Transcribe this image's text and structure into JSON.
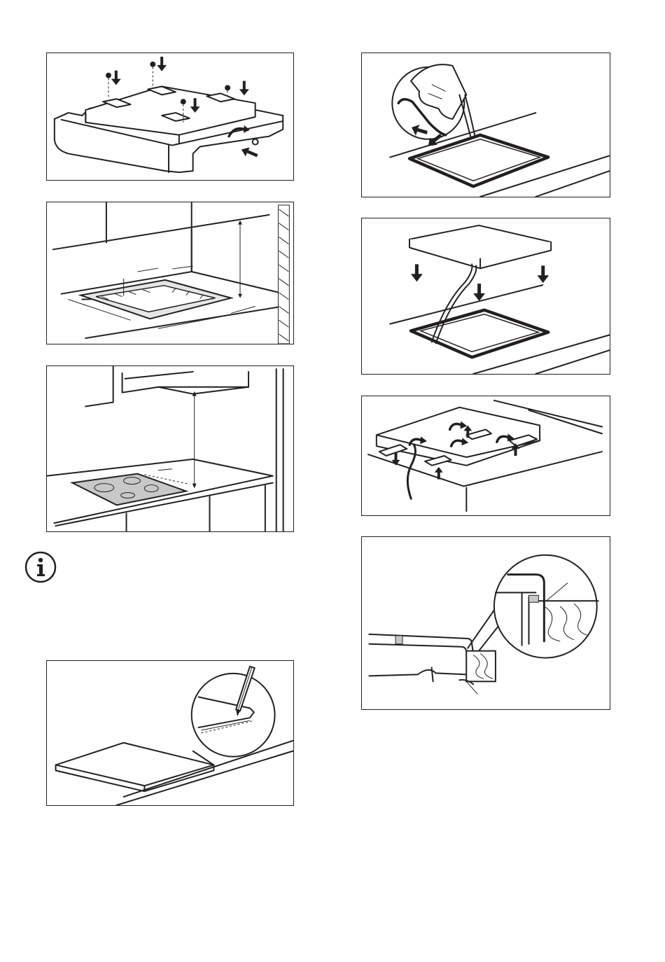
{
  "panels": [
    {
      "id": "fix-brackets",
      "icons": [
        "screw-icon",
        "arrow-down-icon",
        "rotate-arrow-icon"
      ]
    },
    {
      "id": "cutout-dimensions",
      "icons": [
        "dimension-arrow-icon"
      ]
    },
    {
      "id": "hood-clearance",
      "icons": [
        "dimension-arrow-icon"
      ]
    },
    {
      "id": "mark-outline",
      "icons": [
        "pencil-icon"
      ]
    },
    {
      "id": "route-seal-cable",
      "icons": [
        "hand-icon",
        "arrow-icon"
      ]
    },
    {
      "id": "lower-hob",
      "icons": [
        "arrow-down-icon"
      ]
    },
    {
      "id": "tighten-brackets",
      "icons": [
        "rotate-arrow-icon",
        "arrow-up-icon"
      ]
    },
    {
      "id": "seal-detail",
      "icons": [
        "magnifier-detail-icon"
      ]
    }
  ],
  "info_icon": "info-icon"
}
